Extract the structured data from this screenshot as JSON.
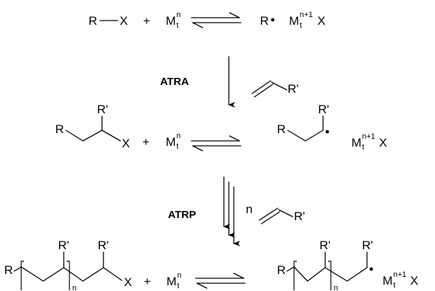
{
  "scheme": {
    "row1": {
      "reactant_r": "R",
      "reactant_x": "X",
      "plus": "+",
      "metal": "M",
      "metal_sub": "t",
      "metal_sup": "n",
      "radical_r": "R",
      "ox_metal": "M",
      "ox_sub": "t",
      "ox_sup": "n+1",
      "ox_x": "X"
    },
    "step1": {
      "label": "ATRA",
      "monomer_sub": "R'"
    },
    "row2": {
      "left_r": "R",
      "left_rp": "R'",
      "left_x": "X",
      "plus": "+",
      "metal": "M",
      "metal_sub": "t",
      "metal_sup": "n",
      "right_r": "R",
      "right_rp": "R'",
      "ox_metal": "M",
      "ox_sub": "t",
      "ox_sup": "n+1",
      "ox_x": "X"
    },
    "step2": {
      "label": "ATRP",
      "monomer_count": "n",
      "monomer_sub": "R'"
    },
    "row3": {
      "left_r": "R",
      "left_rp1": "R'",
      "left_rp2": "R'",
      "left_n": "n",
      "left_x": "X",
      "plus": "+",
      "metal": "M",
      "metal_sub": "t",
      "metal_sup": "n",
      "right_r": "R",
      "right_rp1": "R'",
      "right_rp2": "R'",
      "right_n": "n",
      "ox_metal": "M",
      "ox_sub": "t",
      "ox_sup": "n+1",
      "ox_x": "X"
    }
  }
}
